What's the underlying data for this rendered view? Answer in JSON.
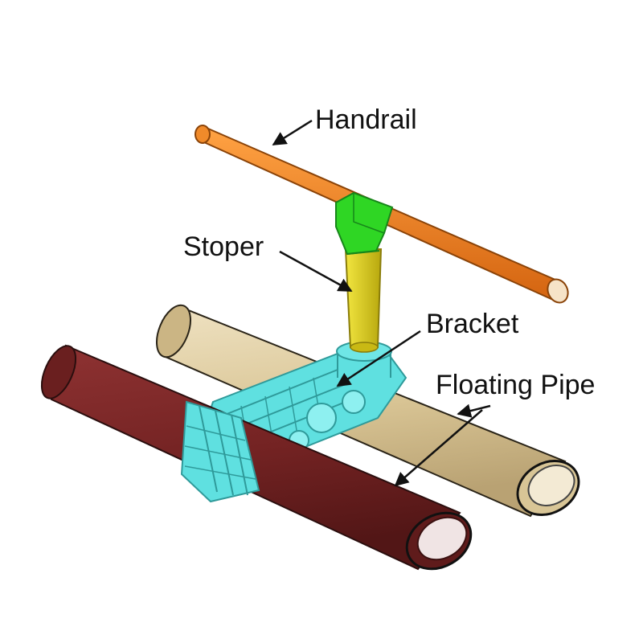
{
  "labels": {
    "handrail": "Handrail",
    "stoper": "Stoper",
    "bracket": "Bracket",
    "floating_pipe": "Floating Pipe"
  },
  "colors": {
    "handrail": "#f07a14",
    "stoper_collar": "#2fd624",
    "stoper_post": "#e2d21a",
    "bracket": "#5fe0e0",
    "pipe_back": "#dcc79a",
    "pipe_front": "#7a2626",
    "arrow": "#111111"
  }
}
